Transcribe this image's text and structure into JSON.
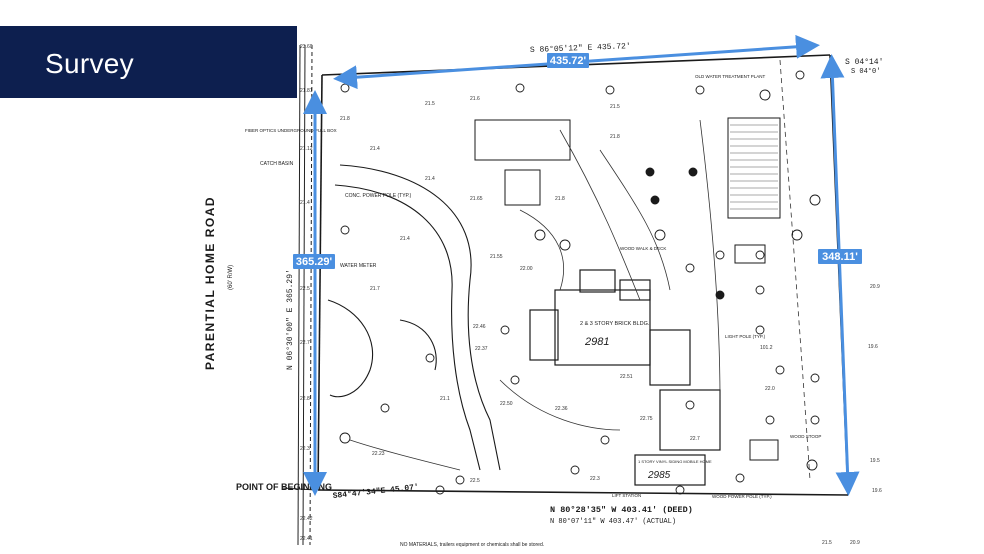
{
  "slide": {
    "title": "Survey"
  },
  "survey": {
    "road_name": "PARENTIAL HOME ROAD",
    "point_of_beginning": "POINT OF BEGINNING",
    "dimensions": {
      "top": "435.72'",
      "left": "365.29'",
      "right": "348.11'"
    },
    "bearings": {
      "top": "S 86°05'12\" E 435.72'",
      "left": "N 06°30'00\" E 365.29'",
      "right": "S 04°14'",
      "right_alt": "S 04°0'",
      "bottom_deed": "N 80°28'35\" W 403.41' (DEED)",
      "bottom_actual": "N 80°07'11\" W 403.47' (ACTUAL)",
      "bottom_left": "S84°47'34\"E 45.07'"
    },
    "labels": {
      "building": "2 & 3 STORY BRICK BLDG.",
      "building_number": "2981",
      "mobile_home": "1 STORY VINYL SIDING MOBILE HOME",
      "mobile_home_number": "2985",
      "water_meter": "WATER METER",
      "conc_power_pole": "CONC. POWER POLE (TYP.)",
      "catch_basin": "CATCH BASIN",
      "fiber_optics": "FIBER OPTICS UNDERGROUND PULL BOX",
      "old_water_plant": "OLD WATER TREATMENT PLANT",
      "wood_walk": "WOOD WALK & DECK",
      "lift_station": "LIFT STATION",
      "wood_stoop": "WOOD STOOP",
      "light_pole": "LIGHT POLE (TYP.)",
      "wood_power_pole": "WOOD POWER POLE (TYP.)",
      "road_width": "(60' R/W)",
      "footer_note": "NO MATERIALS, trailers equipment or chemicals shall be stored."
    },
    "dimension_color": "#4a8fe0"
  }
}
